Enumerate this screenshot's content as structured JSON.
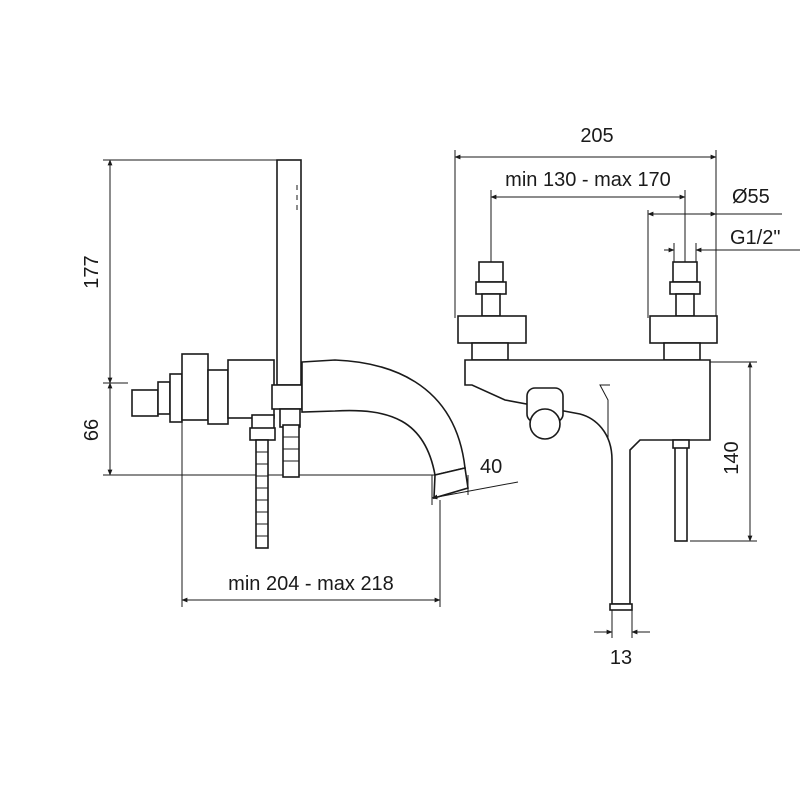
{
  "drawing": {
    "dimensions": {
      "overall_width": "205",
      "spacing": "min 130 - max 170",
      "diameter": "Ø55",
      "thread": "G1/2\"",
      "handshower_height": "177",
      "body_height": "66",
      "spout_drop": "40",
      "projection": "min 204 - max 218",
      "front_height": "140",
      "spout_width": "13"
    }
  }
}
